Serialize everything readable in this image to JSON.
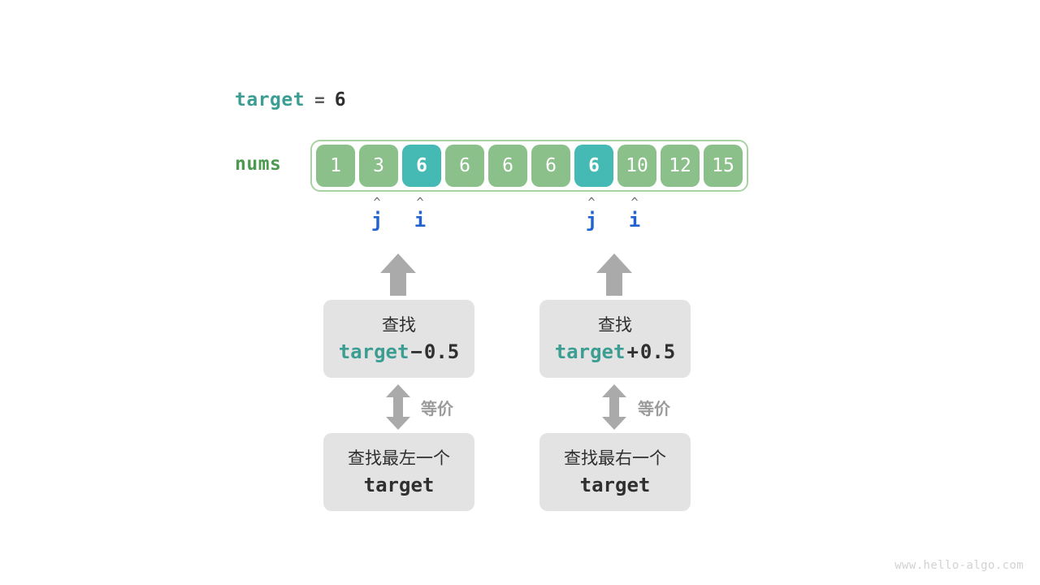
{
  "diagram": {
    "title_line": {
      "var_name": "target",
      "equals": "=",
      "value": "6"
    },
    "array": {
      "label": "nums",
      "values": [
        "1",
        "3",
        "6",
        "6",
        "6",
        "6",
        "6",
        "10",
        "12",
        "15"
      ],
      "highlighted_indices": [
        2,
        6
      ],
      "cell_color": "#8bc08a",
      "highlight_color": "#45b9b3",
      "border_color": "#a9d2a4"
    },
    "pointers": [
      {
        "caret": "^",
        "name": "j",
        "index": 2,
        "group": "left"
      },
      {
        "caret": "^",
        "name": "i",
        "index": 3,
        "group": "left"
      },
      {
        "caret": "^",
        "name": "j",
        "index": 6,
        "group": "right"
      },
      {
        "caret": "^",
        "name": "i",
        "index": 7,
        "group": "right"
      }
    ],
    "pointer_color": "#1f64d2",
    "branches": [
      {
        "id": "left",
        "top_box": {
          "line1": "查找",
          "code_var": "target",
          "code_op": "−",
          "code_num": "0.5"
        },
        "equivalence_label": "等价",
        "bottom_box": {
          "line1": "查找最左一个",
          "code_var": "target"
        }
      },
      {
        "id": "right",
        "top_box": {
          "line1": "查找",
          "code_var": "target",
          "code_op": "+",
          "code_num": "0.5"
        },
        "equivalence_label": "等价",
        "bottom_box": {
          "line1": "查找最右一个",
          "code_var": "target"
        }
      }
    ],
    "accent_color": "#3c9e92",
    "arrow_color": "#aaaaaa",
    "watermark": "www.hello-algo.com"
  }
}
